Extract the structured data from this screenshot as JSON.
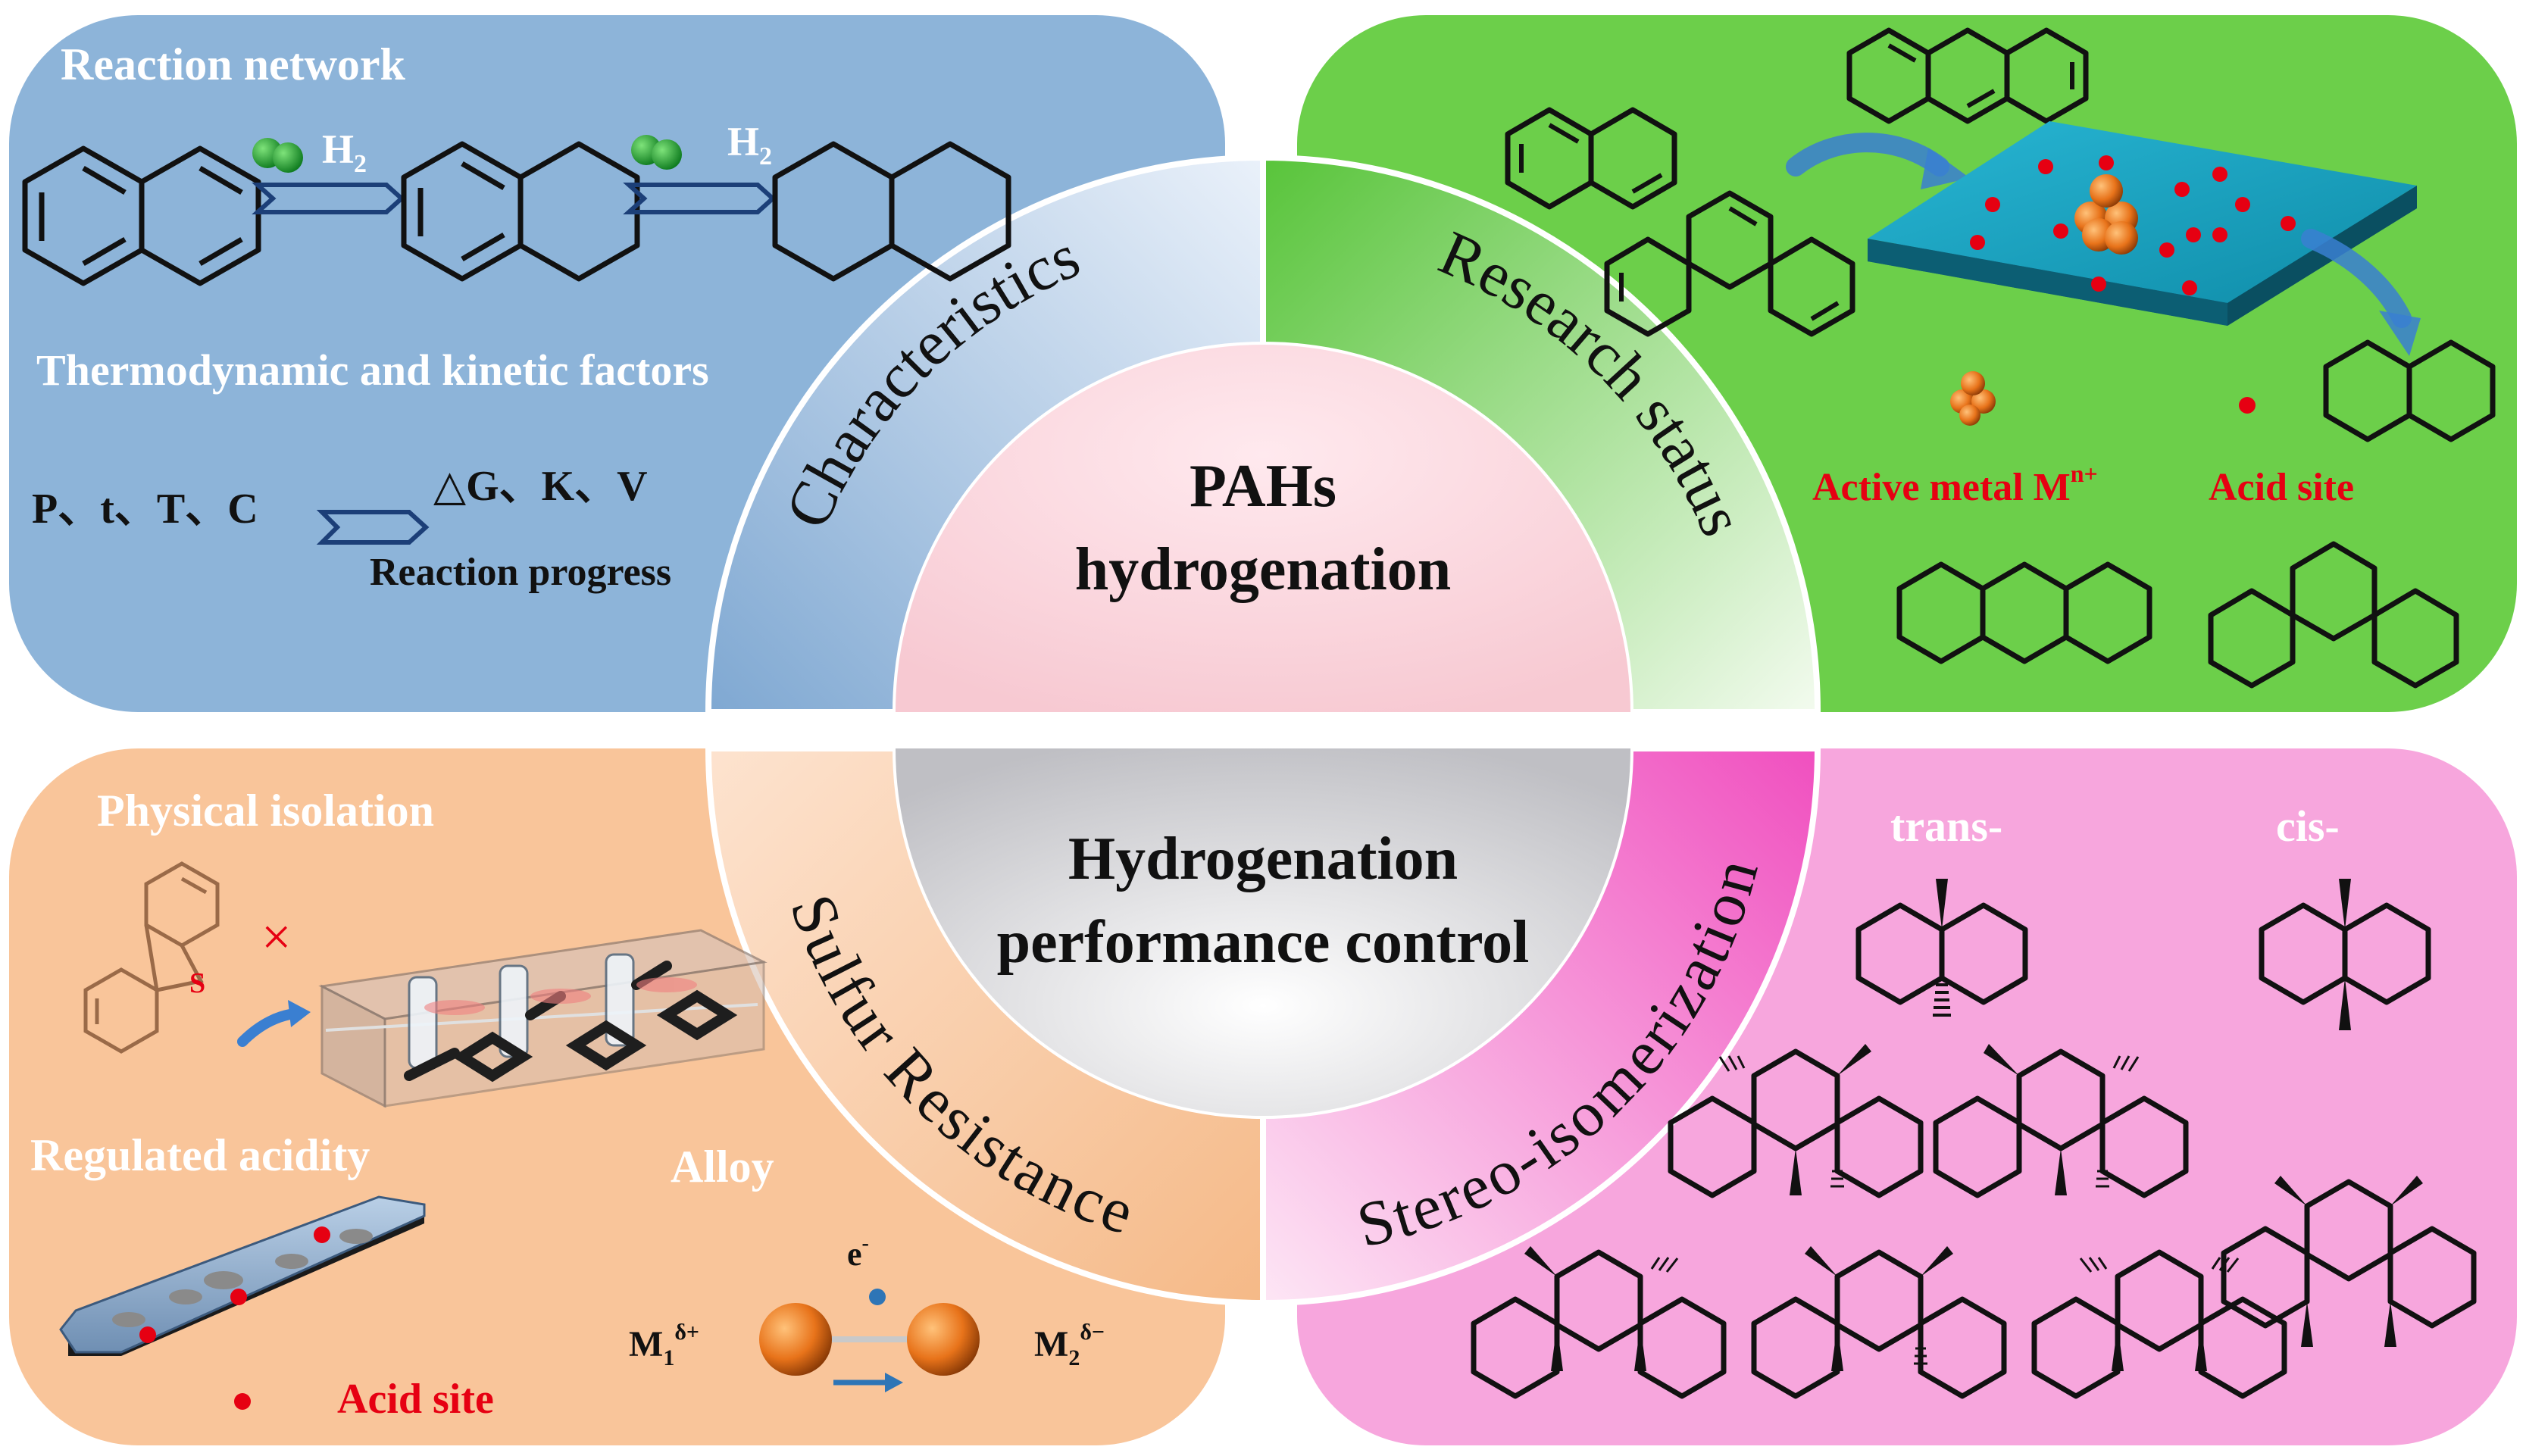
{
  "center": {
    "top_title_line1": "PAHs",
    "top_title_line2": "hydrogenation",
    "bottom_title_line1": "Hydrogenation",
    "bottom_title_line2": "performance control"
  },
  "arcs": {
    "top_left": "Characteristics",
    "top_right": "Research status",
    "bottom_left": "Sulfur Resistance",
    "bottom_right": "Stereo-isomerization"
  },
  "panel_top_left": {
    "reaction_network": "Reaction network",
    "h2_label_1": "H",
    "h2_label_2": "H",
    "h2_subscript": "2",
    "factors_title": "Thermodynamic and kinetic factors",
    "variables": "P、t、T、C",
    "outcomes": "△G、K、V",
    "progress": "Reaction progress"
  },
  "panel_top_right": {
    "active_metal": "Active metal M",
    "active_metal_sup": "n+",
    "acid_site": "Acid site"
  },
  "panel_bottom_left": {
    "physical_isolation": "Physical isolation",
    "sulfur_atom": "S",
    "cross_mark": "×",
    "regulated_acidity": "Regulated acidity",
    "alloy": "Alloy",
    "electron": "e",
    "electron_sup": "-",
    "m1": "M",
    "m1_sub": "1",
    "m1_sup": "δ+",
    "m2": "M",
    "m2_sub": "2",
    "m2_sup": "δ−",
    "acid_site": "Acid site"
  },
  "panel_bottom_right": {
    "trans": "trans-",
    "cis": "cis-"
  },
  "colors": {
    "blue_panel": "#8db4d9",
    "green_panel": "#6ccf4a",
    "orange_panel": "#f9c59a",
    "pink_panel": "#f7a6dd",
    "acid_red": "#e60012",
    "catalyst_teal": "#1aa6c2",
    "metal_orange": "#e8731a"
  },
  "icons": [
    "hydrogen-molecule-icon",
    "hollow-arrow-icon",
    "curved-arrow-icon",
    "catalyst-plate-icon",
    "metal-cluster-icon",
    "acid-site-dot-icon",
    "porous-framework-icon",
    "alloy-sphere-icon"
  ]
}
